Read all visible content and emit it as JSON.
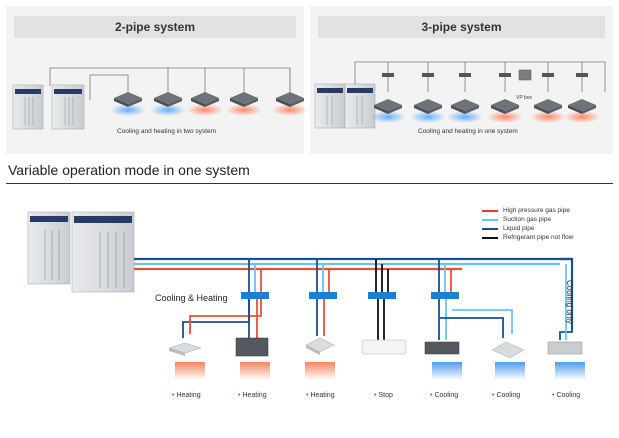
{
  "top_left": {
    "title": "2-pipe system",
    "caption": "Cooling and heating in two system"
  },
  "top_right": {
    "title": "3-pipe system",
    "caption": "Cooling and heating in one system",
    "vp_box_label": "VP box"
  },
  "section_title": "Variable operation mode in one system",
  "legend": [
    {
      "label": "High pressure gas pipe",
      "color": "#e63b2e"
    },
    {
      "label": "Suction gas pipe",
      "color": "#6cc3e8"
    },
    {
      "label": "Liquid pipe",
      "color": "#1a4f8f"
    },
    {
      "label": "Refrigerant pipe not flow",
      "color": "#111111"
    }
  ],
  "cooling_heating_label": "Cooling & Heating",
  "cooling_only_label": "Cooling only",
  "modes": [
    "Heating",
    "Heating",
    "Heating",
    "Stop",
    "Cooling",
    "Cooling",
    "Cooling"
  ],
  "colors": {
    "heat": "#e8503a",
    "cool": "#2f8fe0",
    "panel": "#f3f3f3"
  }
}
